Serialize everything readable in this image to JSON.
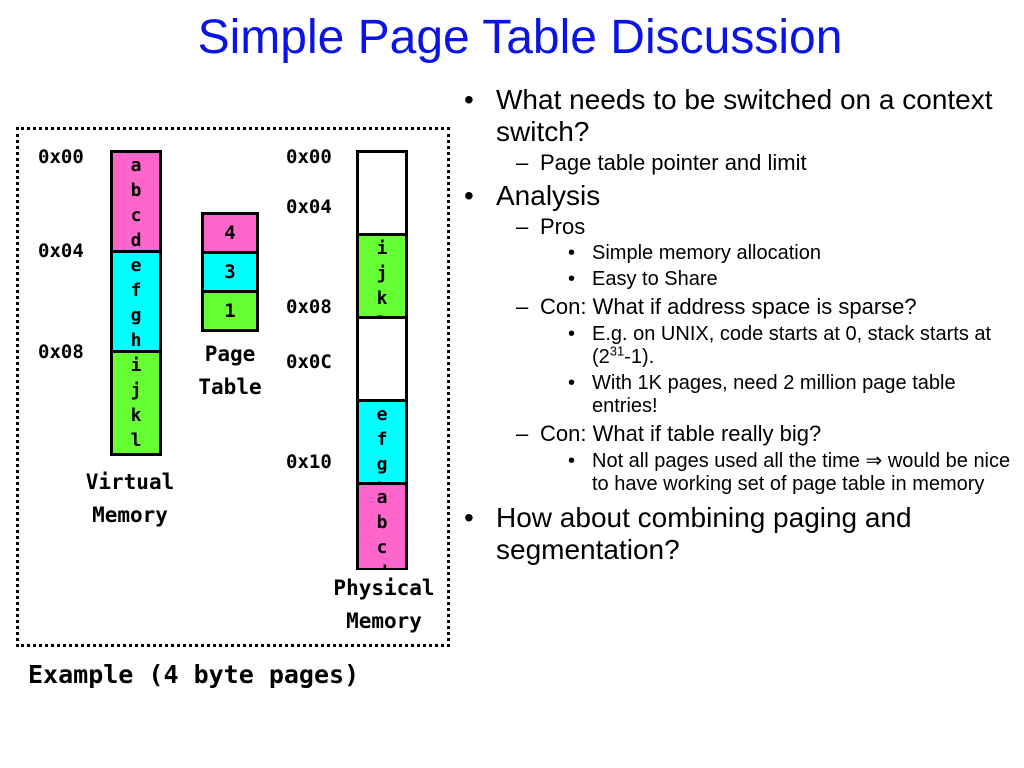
{
  "title": "Simple Page Table Discussion",
  "virtual": {
    "addresses": [
      "0x00",
      "0x04",
      "0x08"
    ],
    "blocks": [
      {
        "letters": [
          "a",
          "b",
          "c",
          "d"
        ],
        "color": "#ff66cc"
      },
      {
        "letters": [
          "e",
          "f",
          "g",
          "h"
        ],
        "color": "#00ffff"
      },
      {
        "letters": [
          "i",
          "j",
          "k",
          "l"
        ],
        "color": "#66ff33"
      }
    ],
    "label_line1": "Virtual",
    "label_line2": "Memory"
  },
  "page_table": {
    "entries": [
      {
        "value": "4",
        "color": "#ff66cc"
      },
      {
        "value": "3",
        "color": "#00ffff"
      },
      {
        "value": "1",
        "color": "#66ff33"
      }
    ],
    "label_line1": "Page",
    "label_line2": "Table"
  },
  "physical": {
    "addresses": [
      "0x00",
      "0x04",
      "0x08",
      "0x0C",
      "0x10"
    ],
    "blocks": [
      {
        "letters": [],
        "color": "#ffffff"
      },
      {
        "letters": [
          "i",
          "j",
          "k",
          "l"
        ],
        "color": "#66ff33"
      },
      {
        "letters": [],
        "color": "#ffffff"
      },
      {
        "letters": [
          "e",
          "f",
          "g",
          "h"
        ],
        "color": "#00ffff"
      },
      {
        "letters": [
          "a",
          "b",
          "c",
          "d"
        ],
        "color": "#ff66cc"
      }
    ],
    "label_line1": "Physical",
    "label_line2": "Memory"
  },
  "example": "Example (4 byte pages)",
  "bullets": {
    "b1": "What needs to be switched on a context switch?",
    "b1_1": "Page table pointer and limit",
    "b2": "Analysis",
    "b2_1": "Pros",
    "b2_1_1": "Simple memory allocation",
    "b2_1_2": "Easy to Share",
    "b2_2": "Con: What if address space is sparse?",
    "b2_2_1_pre": "E.g. on UNIX, code starts at 0, stack starts at (2",
    "b2_2_1_sup": "31",
    "b2_2_1_post": "-1).",
    "b2_2_2": "With 1K pages, need 2 million page table entries!",
    "b2_3": "Con: What if table really big?",
    "b2_3_1_pre": "Not all pages used all the time ",
    "b2_3_1_sym": "⇒",
    "b2_3_1_post": " would be nice to have working set of page table in memory",
    "b3": "How about combining paging and segmentation?"
  }
}
